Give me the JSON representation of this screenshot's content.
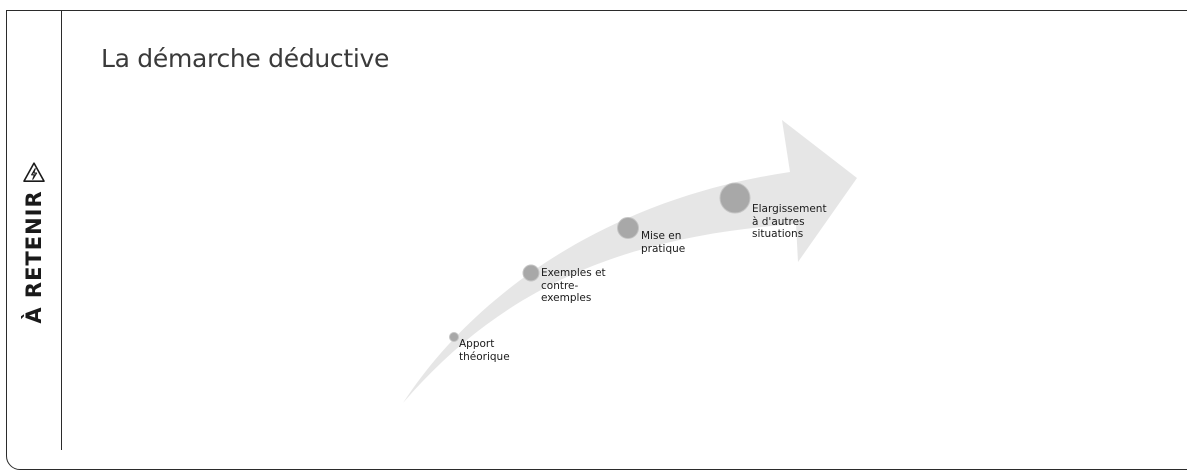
{
  "sidebar": {
    "label": "À RETENIR",
    "icon": "warning-icon"
  },
  "main": {
    "title": "La démarche déductive"
  },
  "diagram": {
    "arrow_color": "#e6e6e6",
    "dot_color": "#a8a8a8",
    "steps": [
      {
        "label": "Apport\nthéorique"
      },
      {
        "label": "Exemples et\ncontre-\nexemples"
      },
      {
        "label": "Mise en\npratique"
      },
      {
        "label": "Elargissement\nà d'autres\nsituations"
      }
    ]
  }
}
